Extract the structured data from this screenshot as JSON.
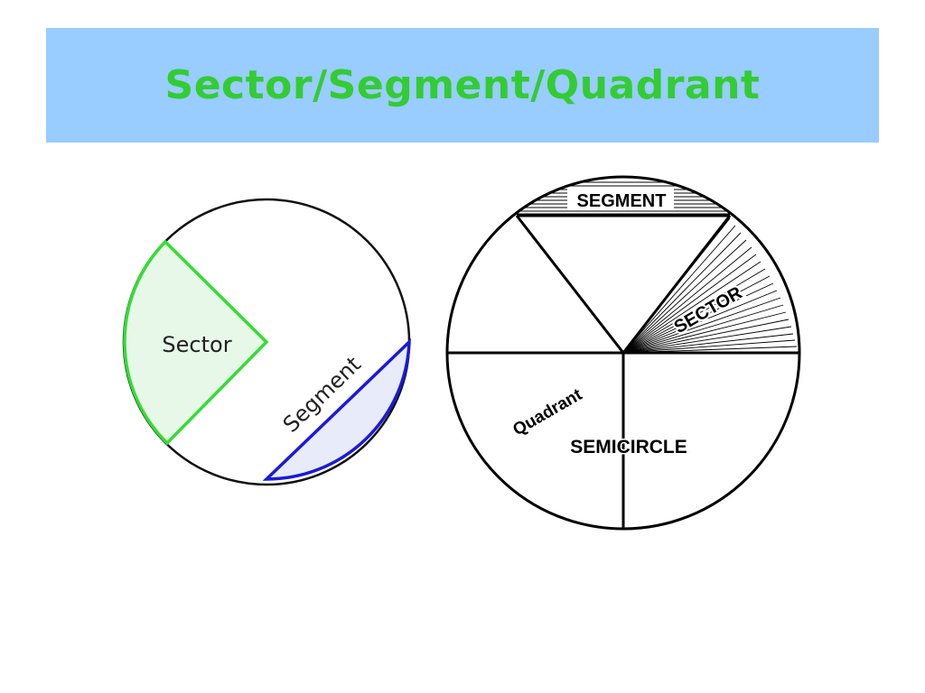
{
  "title": "Sector/Segment/Quadrant",
  "colors": {
    "title_band": "#99ccff",
    "title_text": "#33cc33",
    "sector_stroke": "#33dd33",
    "sector_fill": "#e8f8e8",
    "segment_stroke": "#1a1adb",
    "segment_fill": "#e8ecfa"
  },
  "left_diagram": {
    "sector_label": "Sector",
    "segment_label": "Segment"
  },
  "right_diagram": {
    "segment_label": "SEGMENT",
    "sector_label": "SECTOR",
    "quadrant_label": "Quadrant",
    "semicircle_label": "SEMICIRCLE"
  }
}
